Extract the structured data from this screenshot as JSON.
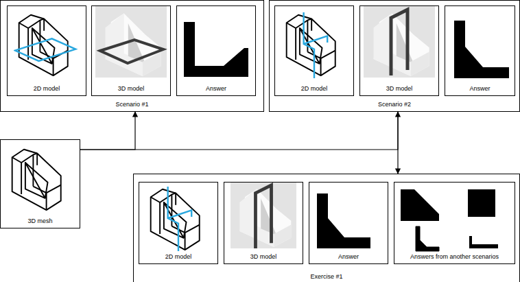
{
  "diagram": {
    "nodes": [
      {
        "text": [
          "Scenario #1"
        ]
      },
      {
        "text": [
          "2D model"
        ],
        "in": 0
      },
      {
        "text": [
          "3D model"
        ],
        "in": 0
      },
      {
        "text": [
          "Answer"
        ],
        "in": 0
      },
      {
        "text": [
          "Scenario #2"
        ]
      },
      {
        "text": [
          "2D model"
        ],
        "in": 4
      },
      {
        "text": [
          "3D model"
        ],
        "in": 4
      },
      {
        "text": [
          "Answer"
        ],
        "in": 4
      },
      {
        "text": [
          "3D mesh"
        ]
      },
      {
        "text": [
          "Exercise #1"
        ]
      },
      {
        "text": [
          "2D model"
        ],
        "in": 9
      },
      {
        "text": [
          "3D model"
        ],
        "in": 9
      },
      {
        "text": [
          "Answer"
        ],
        "in": 9
      },
      {
        "text": [
          "Answers from another scenarios"
        ],
        "in": 9
      }
    ],
    "edges": [
      {
        "from": 8,
        "to": 0,
        "arrow": "to"
      },
      {
        "from": 8,
        "to": 4,
        "arrow": "to"
      },
      {
        "from": 4,
        "to": 9,
        "arrow": "to"
      }
    ]
  }
}
